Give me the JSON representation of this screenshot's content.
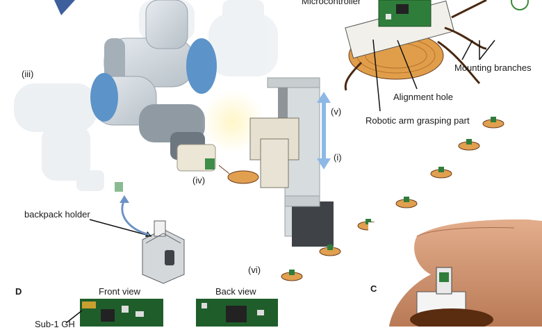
{
  "labels": {
    "microcontroller": "Microcontroller",
    "mounting_branches": "Mounting branches",
    "alignment_hole": "Alignment hole",
    "robotic_arm_grasping_part": "Robotic arm grasping part",
    "step_iii": "(iii)",
    "step_v": "(v)",
    "step_i": "(i)",
    "step_iv": "(iv)",
    "step_vi": "(vi)",
    "backpack_holder": "backpack holder",
    "panel_d": "D",
    "panel_c": "C",
    "front_view": "Front view",
    "back_view": "Back view",
    "partial_label": "Sub-1 GH"
  },
  "colors": {
    "arm_light": "#d9e0e6",
    "arm_dark": "#a9b3bb",
    "arm_blue": "#5c93c9",
    "arrow_blue": "#8db8e6",
    "roach_body": "#e0a050",
    "roach_dark": "#6b3a1a",
    "pcb_green": "#2f7d3a",
    "skin": "#d9a27e"
  }
}
